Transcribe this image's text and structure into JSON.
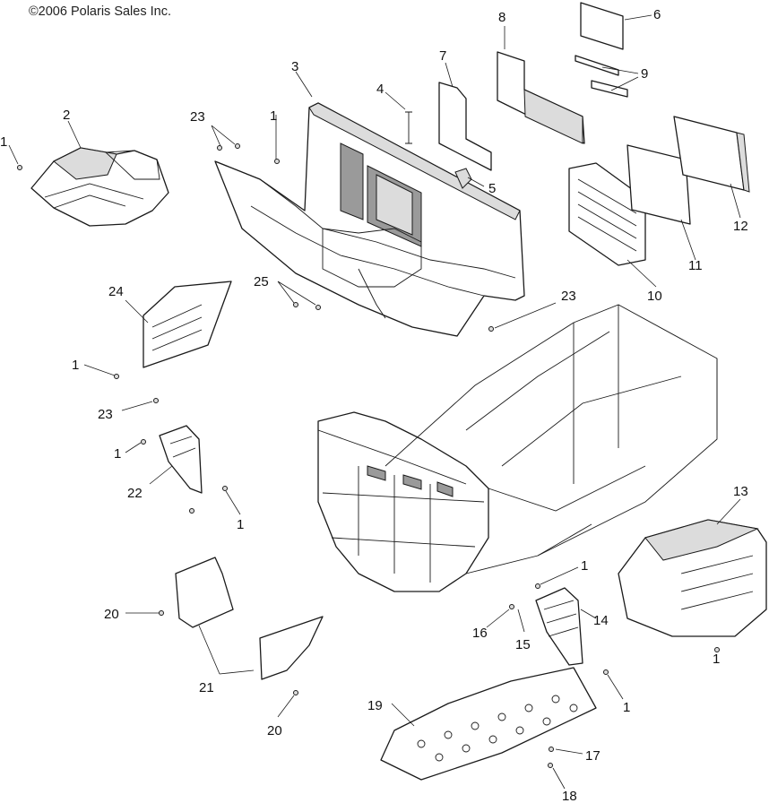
{
  "copyright": "©2006 Polaris Sales Inc.",
  "callouts": {
    "c1a": "1",
    "c1b": "1",
    "c1c": "1",
    "c1d": "1",
    "c1e": "1",
    "c1f": "1",
    "c1g": "1",
    "c1h": "1",
    "c2": "2",
    "c3": "3",
    "c4": "4",
    "c5": "5",
    "c6": "6",
    "c7": "7",
    "c8": "8",
    "c9": "9",
    "c10": "10",
    "c11": "11",
    "c12": "12",
    "c13": "13",
    "c14": "14",
    "c15": "15",
    "c16": "16",
    "c17": "17",
    "c18": "18",
    "c19": "19",
    "c20a": "20",
    "c20b": "20",
    "c21": "21",
    "c22": "22",
    "c23a": "23",
    "c23b": "23",
    "c23c": "23",
    "c24": "24",
    "c25": "25"
  }
}
